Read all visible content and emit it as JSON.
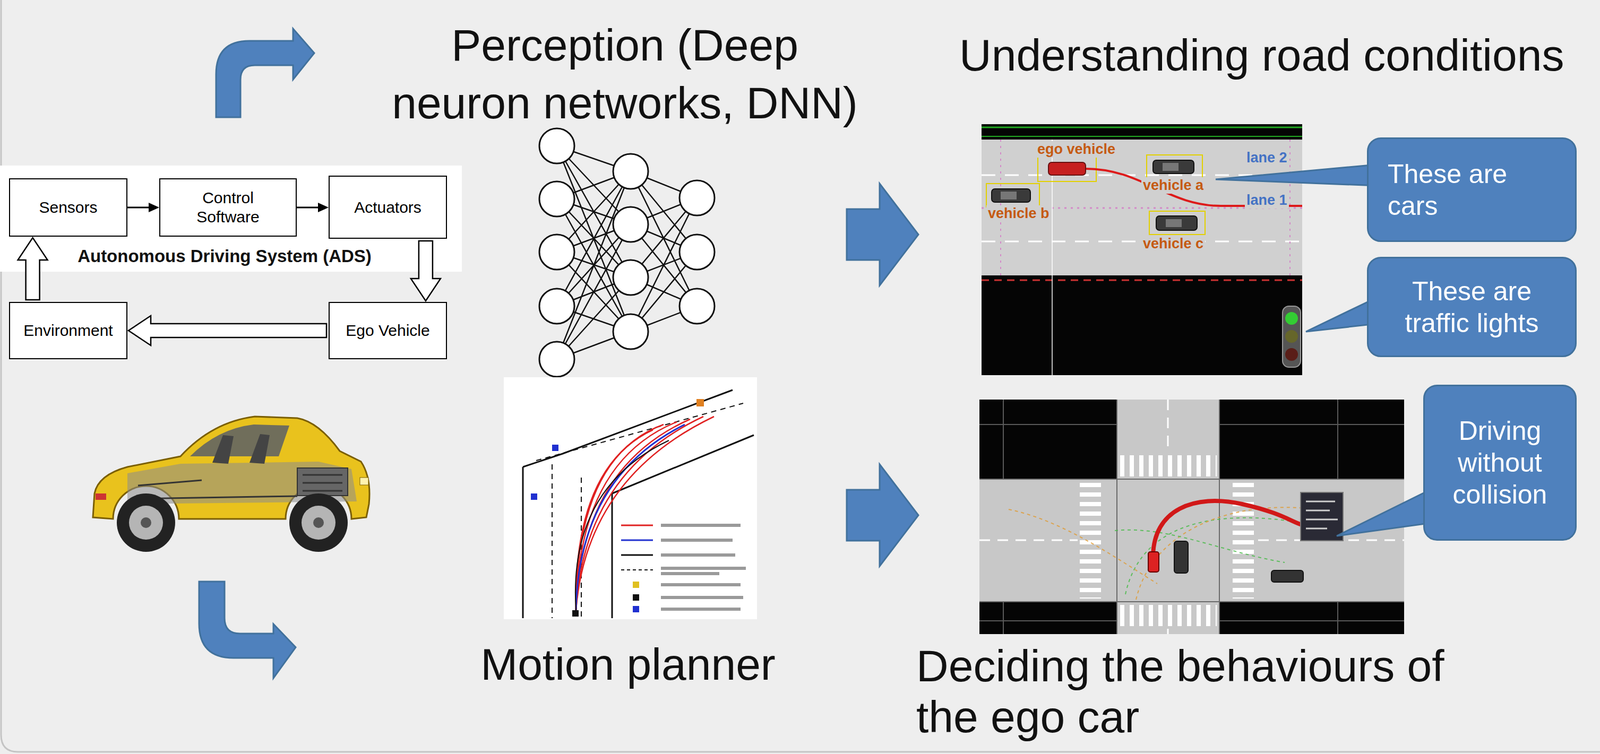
{
  "diagram": {
    "nodes": [
      {
        "text": [
          "Sensors"
        ]
      },
      {
        "text": [
          "Control Software"
        ]
      },
      {
        "text": [
          "Actuators"
        ]
      },
      {
        "text": [
          "Environment"
        ]
      },
      {
        "text": [
          "Ego Vehicle"
        ]
      },
      {
        "text": [
          "These are cars"
        ]
      },
      {
        "text": [
          "These are traffic lights"
        ]
      },
      {
        "text": [
          "Driving without collision"
        ]
      }
    ],
    "edges": [
      {
        "from": 0,
        "to": 1,
        "arrow": "to"
      },
      {
        "from": 1,
        "to": 2,
        "arrow": "to"
      },
      {
        "from": 2,
        "to": 4,
        "arrow": "to"
      },
      {
        "from": 4,
        "to": 3,
        "arrow": "to"
      },
      {
        "from": 3,
        "to": 0,
        "arrow": "to"
      }
    ],
    "labels": [
      "Perception (Deep neuron networks, DNN)",
      "Understanding road conditions",
      "Autonomous Driving System (ADS)",
      "ego vehicle",
      "vehicle a",
      "lane 2",
      "lane 1",
      "vehicle b",
      "vehicle c",
      "Motion planner",
      "Deciding the behaviours of the ego car"
    ]
  }
}
